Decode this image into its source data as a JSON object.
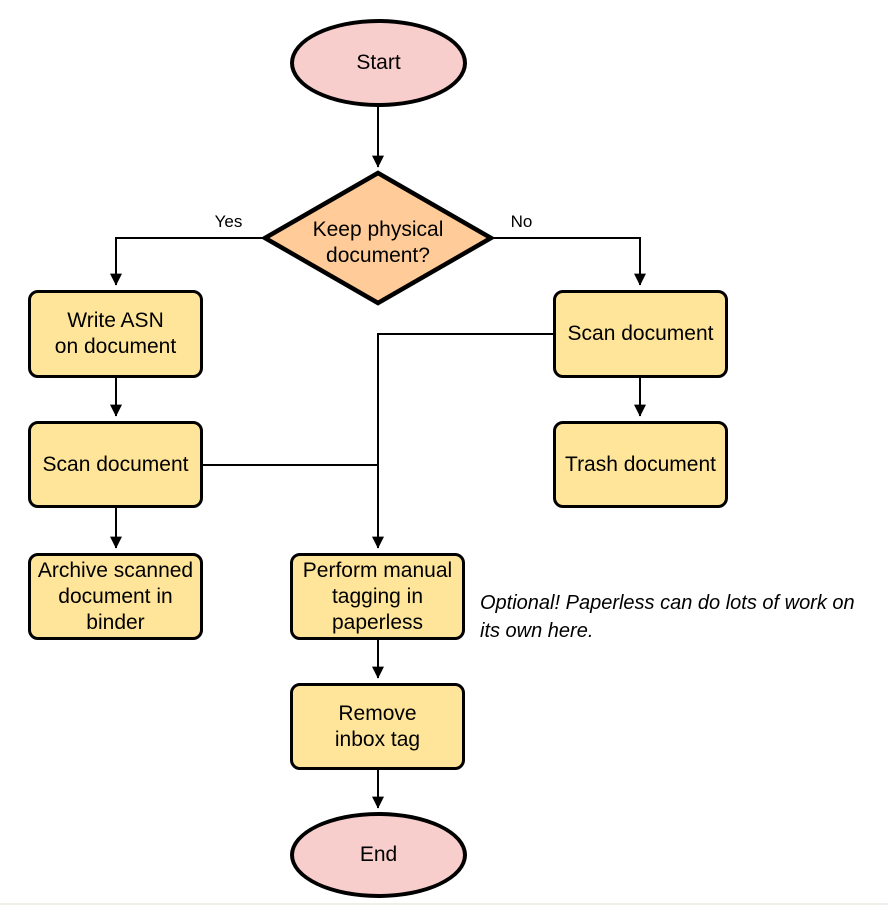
{
  "colors": {
    "terminator-fill": "#F8CECC",
    "decision-fill": "#FFCC99",
    "process-fill": "#FFE599",
    "stroke": "#000000",
    "background": "#FFFFFF",
    "bottom-edge": "#EFEFE8"
  },
  "nodes": {
    "start": {
      "lines": [
        "Start"
      ]
    },
    "decision": {
      "lines": [
        "Keep physical",
        "document?"
      ]
    },
    "write_asn": {
      "lines": [
        "Write ASN",
        "on document"
      ]
    },
    "scan_left": {
      "lines": [
        "Scan document"
      ]
    },
    "archive": {
      "lines": [
        "Archive scanned",
        "document in",
        "binder"
      ]
    },
    "scan_right": {
      "lines": [
        "Scan document"
      ]
    },
    "trash": {
      "lines": [
        "Trash document"
      ]
    },
    "tagging": {
      "lines": [
        "Perform manual",
        "tagging in",
        "paperless"
      ]
    },
    "remove_inbox": {
      "lines": [
        "Remove",
        "inbox tag"
      ]
    },
    "end": {
      "lines": [
        "End"
      ]
    }
  },
  "edge_labels": {
    "yes": "Yes",
    "no": "No"
  },
  "note": {
    "lines": [
      "Optional! Paperless can do lots of work on",
      "its own here."
    ]
  }
}
